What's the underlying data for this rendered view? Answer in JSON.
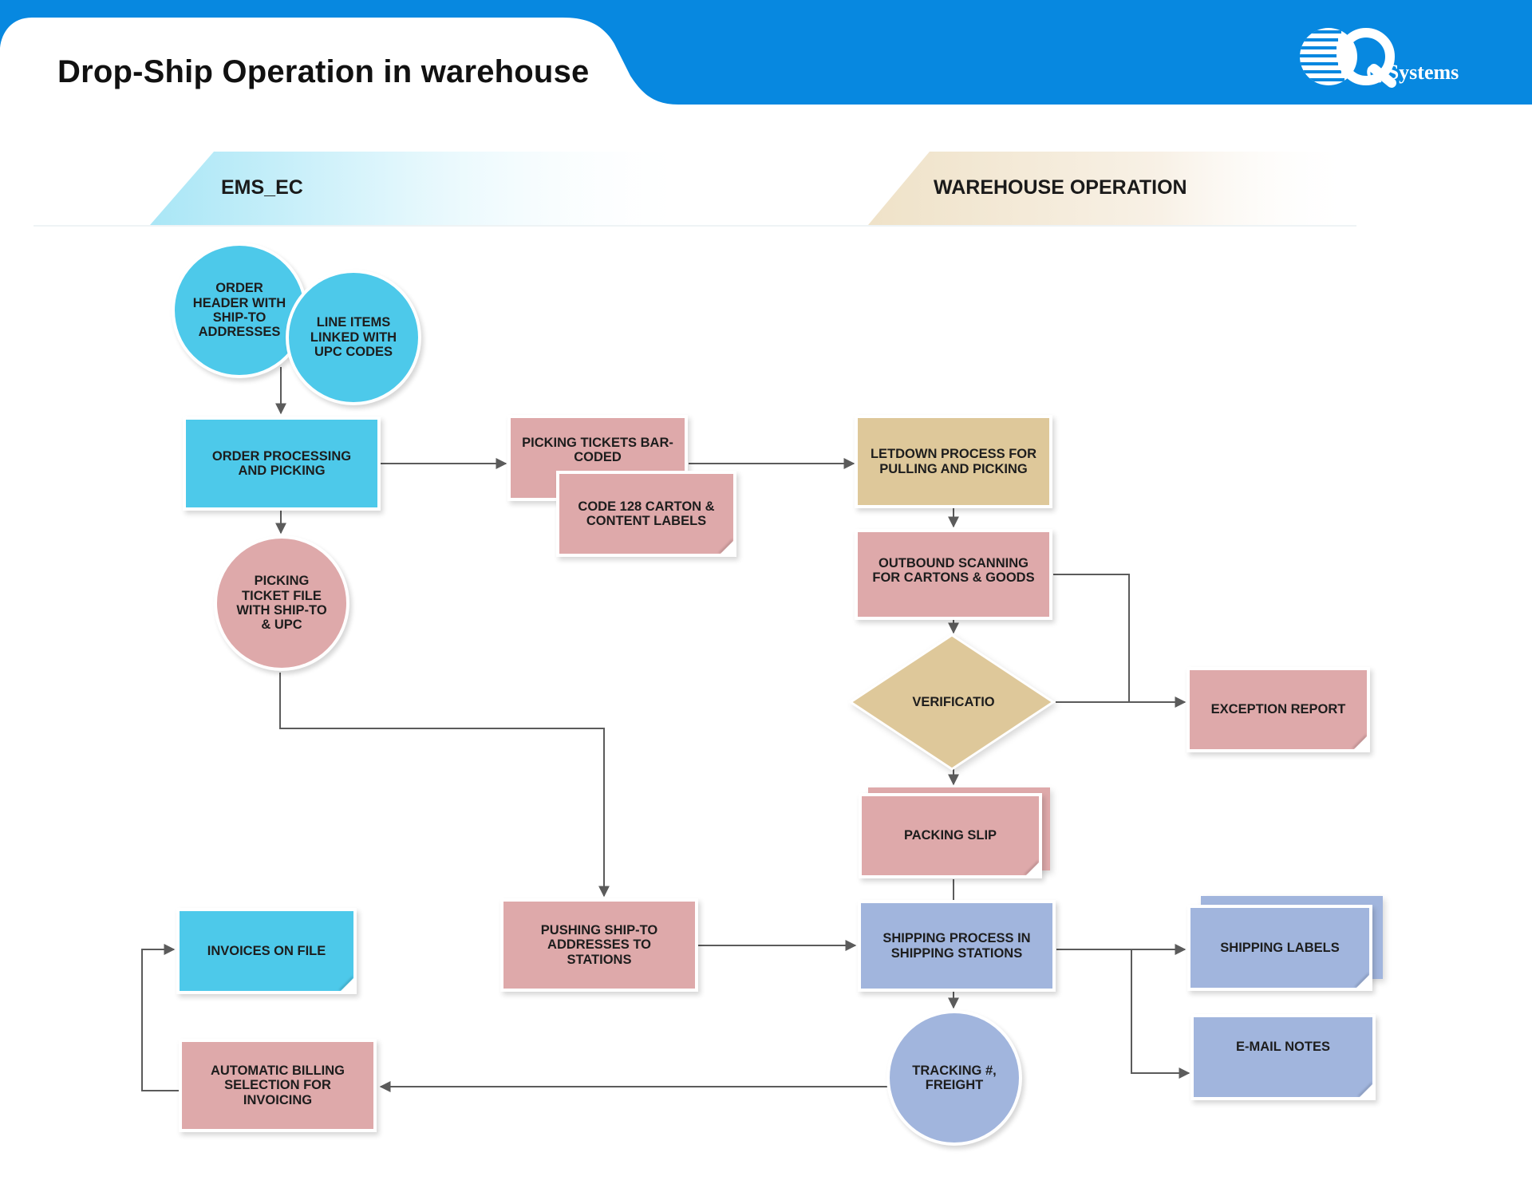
{
  "header": {
    "title": "Drop-Ship Operation in warehouse",
    "brand": "Q Systems",
    "colors": {
      "banner": "#0788e0",
      "blue": "#4dc9ea",
      "pink": "#dea9aa",
      "tan": "#dec89a",
      "lavender": "#a1b5dd"
    }
  },
  "lanes": {
    "left": "EMS_EC",
    "right": "WAREHOUSE OPERATION"
  },
  "nodes": {
    "order_header": "ORDER HEADER WITH SHIP-TO ADDRESSES",
    "line_items": "LINE ITEMS LINKED WITH UPC CODES",
    "order_processing": "ORDER PROCESSING AND PICKING",
    "picking_ticket_file": "PICKING TICKET FILE WITH SHIP-TO & UPC",
    "picking_tickets": "PICKING TICKETS BAR-CODED",
    "carton_labels": "CODE 128 CARTON & CONTENT LABELS",
    "letdown": "LETDOWN PROCESS FOR PULLING AND PICKING",
    "outbound_scanning": "OUTBOUND SCANNING FOR CARTONS & GOODS",
    "verification": "VERIFICATIO",
    "exception_report": "EXCEPTION REPORT",
    "packing_slip": "PACKING SLIP",
    "pushing_shipto": "PUSHING SHIP-TO ADDRESSES TO STATIONS",
    "shipping_process": "SHIPPING PROCESS IN SHIPPING STATIONS",
    "shipping_labels": "SHIPPING LABELS",
    "email_notes": "E-MAIL NOTES",
    "tracking": "TRACKING #, FREIGHT",
    "invoices": "INVOICES ON FILE",
    "billing": "AUTOMATIC BILLING SELECTION FOR INVOICING"
  }
}
